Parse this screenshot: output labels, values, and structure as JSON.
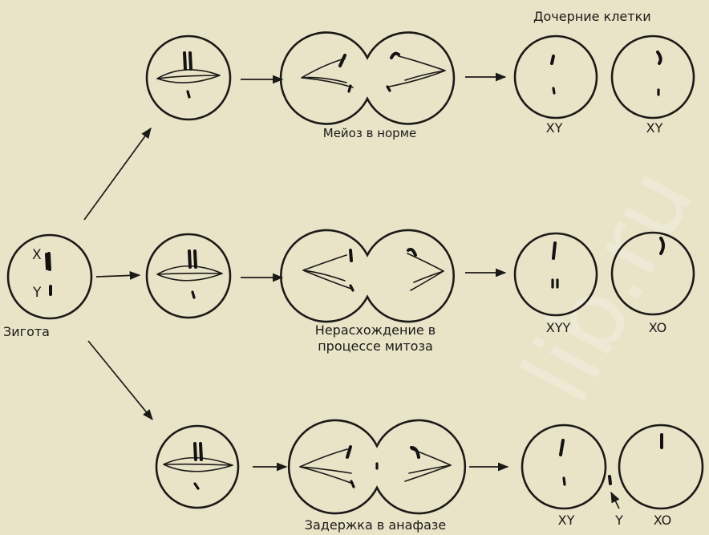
{
  "title": "Дочерние клетки",
  "zygote": {
    "label": "Зигота",
    "x_label": "X",
    "y_label": "Y"
  },
  "rows": [
    {
      "caption_line1": "Мейоз в норме",
      "caption_line2": "",
      "cell_a_label": "XY",
      "cell_b_label": "XY"
    },
    {
      "caption_line1": "Нерасхождение в",
      "caption_line2": "процессе митоза",
      "cell_a_label": "XYY",
      "cell_b_label": "XO"
    },
    {
      "caption_line1": "Задержка в анафазе",
      "caption_line2": "",
      "cell_a_label": "XY",
      "cell_b_label": "XO",
      "lagging_label": "Y"
    }
  ],
  "watermark": "lib.ru"
}
